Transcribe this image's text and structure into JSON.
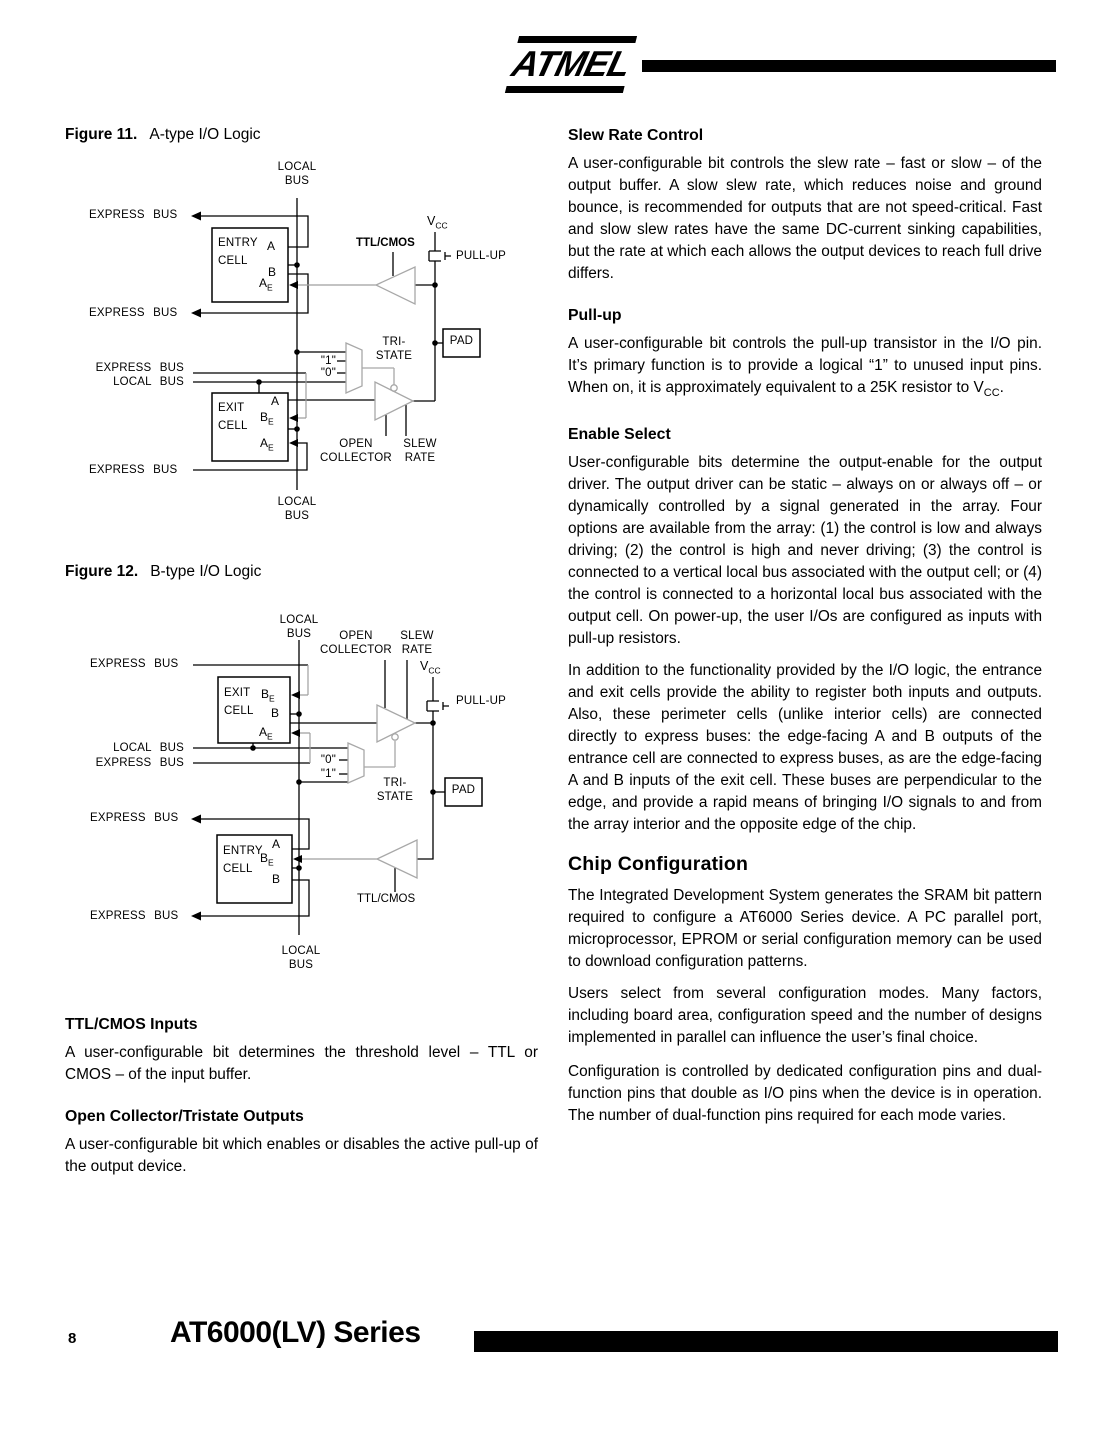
{
  "header": {
    "logo": "ATMEL"
  },
  "labels": {
    "local_bus_stack": "LOCAL\nBUS",
    "local_bus_row": "LOCAL BUS",
    "express_bus": "EXPRESS BUS",
    "entry_cell": "ENTRY\nCELL",
    "exit_cell": "EXIT\nCELL",
    "ttl_cmos": "TTL/CMOS",
    "tri_state": "TRI-\nSTATE",
    "open_collector": "OPEN\nCOLLECTOR",
    "slew_rate": "SLEW\nRATE",
    "pad": "PAD",
    "pull_up": "PULL-UP",
    "vcc_v": "V",
    "vcc_cc": "CC",
    "pin_a": "A",
    "pin_b": "B",
    "sub_e": "E",
    "const_one": "\"1\"",
    "const_zero": "\"0\""
  },
  "figure11": {
    "label": "Figure 11.",
    "title": "A-type I/O Logic"
  },
  "figure12": {
    "label": "Figure 12.",
    "title": "B-type I/O Logic"
  },
  "sections_left": {
    "ttl_cmos": {
      "heading": "TTL/CMOS Inputs",
      "body": "A user-configurable bit determines the threshold level – TTL or CMOS – of the input buffer."
    },
    "open_collector": {
      "heading": "Open Collector/Tristate Outputs",
      "body": "A user-configurable bit which enables or disables the active pull-up of the output device."
    }
  },
  "sections_right": {
    "slew": {
      "heading": "Slew Rate Control",
      "body": "A user-configurable bit controls the slew rate – fast or slow – of the output buffer. A slow slew rate, which reduces noise and ground bounce, is recommended for outputs that are not speed-critical. Fast and slow slew rates have the same DC-current sinking capabilities, but the rate at which each allows the output devices to reach full drive differs."
    },
    "pullup": {
      "heading": "Pull-up",
      "body_start": "A user-configurable bit controls the pull-up transistor in the I/O pin. It’s primary function is to provide a logical “1” to unused input pins. When on, it is approximately equivalent to a 25K resistor to V",
      "sub": "CC",
      "body_end": "."
    },
    "enable": {
      "heading": "Enable Select",
      "para1": "User-configurable bits determine the output-enable for the output driver. The output driver can be static – always on or always off – or dynamically controlled by a signal generated in the array. Four options are available from the array: (1) the control is low and always driving; (2) the control is high and never driving; (3) the control is connected to a vertical local bus associated with the output cell; or (4) the control is connected to a horizontal local bus associated with the output cell. On power-up, the user I/Os are configured as inputs with pull-up resistors.",
      "para2": "In addition to the functionality provided by the I/O logic, the entrance and exit cells provide the ability to register both inputs and outputs. Also, these perimeter cells (unlike interior cells) are connected directly to express buses: the edge-facing A and B outputs of the entrance cell are connected to express buses, as are the edge-facing A and B inputs of the exit cell. These buses are perpendicular to the edge, and provide a rapid means of bringing I/O signals to and from the array interior and the opposite edge of the chip."
    },
    "chip": {
      "heading": "Chip Configuration",
      "para1": "The Integrated Development System generates the SRAM bit pattern required to configure a AT6000 Series device. A PC parallel port, microprocessor, EPROM or serial configuration memory can be used to download configuration patterns.",
      "para2": "Users select from several configuration modes. Many factors, including board area, configuration speed and the number of designs implemented in parallel can influence the user’s final choice.",
      "para3": "Configuration is controlled by dedicated configuration pins and dual-function pins that double as I/O pins when the device is in operation. The number of dual-function pins required for each mode varies."
    }
  },
  "footer": {
    "page_number": "8",
    "series": "AT6000(LV) Series"
  }
}
